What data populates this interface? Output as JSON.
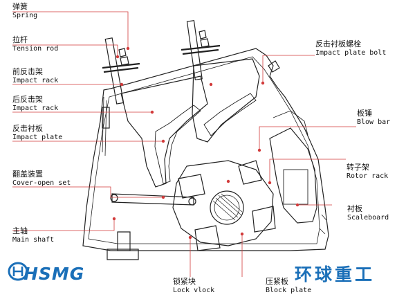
{
  "colors": {
    "line": "#222222",
    "leader": "#d23a3a",
    "dot": "#d23a3a",
    "brand": "#1a6fb8"
  },
  "labels_left": [
    {
      "cn": "弹簧",
      "en": "Spring"
    },
    {
      "cn": "拉杆",
      "en": "Tension rod"
    },
    {
      "cn": "前反击架",
      "en": "Impact rack"
    },
    {
      "cn": "后反击架",
      "en": "Impact rack"
    },
    {
      "cn": "反击衬板",
      "en": "Impact plate"
    },
    {
      "cn": "翻盖装置",
      "en": "Cover-open set"
    },
    {
      "cn": "主轴",
      "en": "Main shaft"
    }
  ],
  "labels_right": [
    {
      "cn": "反击衬板螺栓",
      "en": "Impact plate bolt"
    },
    {
      "cn": "板锤",
      "en": "Blow bar"
    },
    {
      "cn": "转子架",
      "en": "Rotor rack"
    },
    {
      "cn": "衬板",
      "en": "Scaleboard"
    }
  ],
  "labels_bottom": [
    {
      "cn": "锁紧块",
      "en": "Lock vlock"
    },
    {
      "cn": "压紧板",
      "en": "Block plate"
    }
  ],
  "brand": {
    "logo_text": "HSMG",
    "name_cn": "环球重工"
  }
}
